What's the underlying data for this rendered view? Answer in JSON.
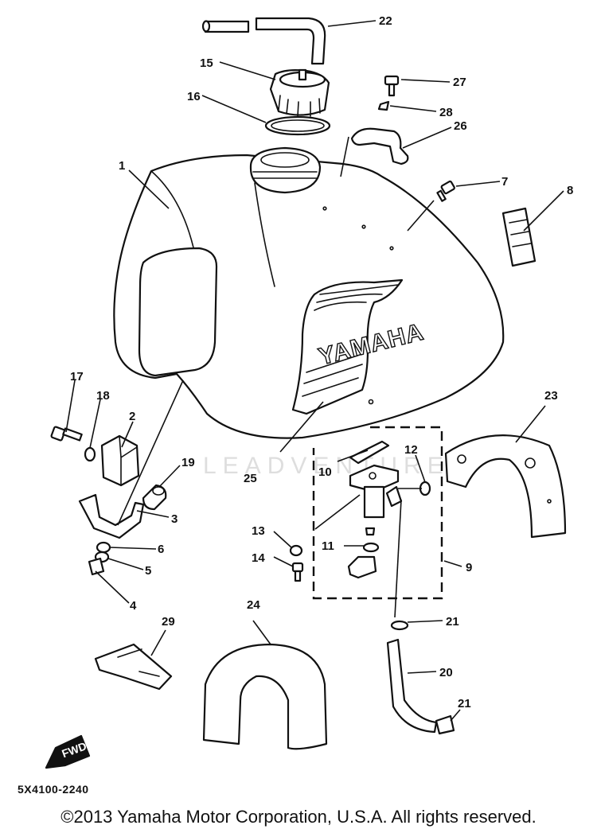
{
  "diagram": {
    "watermark": "LEADVENTURE",
    "logo": "YAMAHA",
    "fwd_mark": "FWD",
    "part_code": "5X4100-2240",
    "copyright": "©2013 Yamaha Motor Corporation, U.S.A. All rights reserved.",
    "callouts": [
      {
        "id": "c1",
        "label": "1"
      },
      {
        "id": "c2",
        "label": "2"
      },
      {
        "id": "c3",
        "label": "3"
      },
      {
        "id": "c4",
        "label": "4"
      },
      {
        "id": "c5",
        "label": "5"
      },
      {
        "id": "c6",
        "label": "6"
      },
      {
        "id": "c7",
        "label": "7"
      },
      {
        "id": "c8",
        "label": "8"
      },
      {
        "id": "c9",
        "label": "9"
      },
      {
        "id": "c10",
        "label": "10"
      },
      {
        "id": "c11",
        "label": "11"
      },
      {
        "id": "c12",
        "label": "12"
      },
      {
        "id": "c13",
        "label": "13"
      },
      {
        "id": "c14",
        "label": "14"
      },
      {
        "id": "c15",
        "label": "15"
      },
      {
        "id": "c16",
        "label": "16"
      },
      {
        "id": "c17",
        "label": "17"
      },
      {
        "id": "c18",
        "label": "18"
      },
      {
        "id": "c19",
        "label": "19"
      },
      {
        "id": "c20",
        "label": "20"
      },
      {
        "id": "c21a",
        "label": "21"
      },
      {
        "id": "c21b",
        "label": "21"
      },
      {
        "id": "c22",
        "label": "22"
      },
      {
        "id": "c23",
        "label": "23"
      },
      {
        "id": "c24",
        "label": "24"
      },
      {
        "id": "c25",
        "label": "25"
      },
      {
        "id": "c26",
        "label": "26"
      },
      {
        "id": "c27",
        "label": "27"
      },
      {
        "id": "c28",
        "label": "28"
      },
      {
        "id": "c29",
        "label": "29"
      }
    ]
  }
}
